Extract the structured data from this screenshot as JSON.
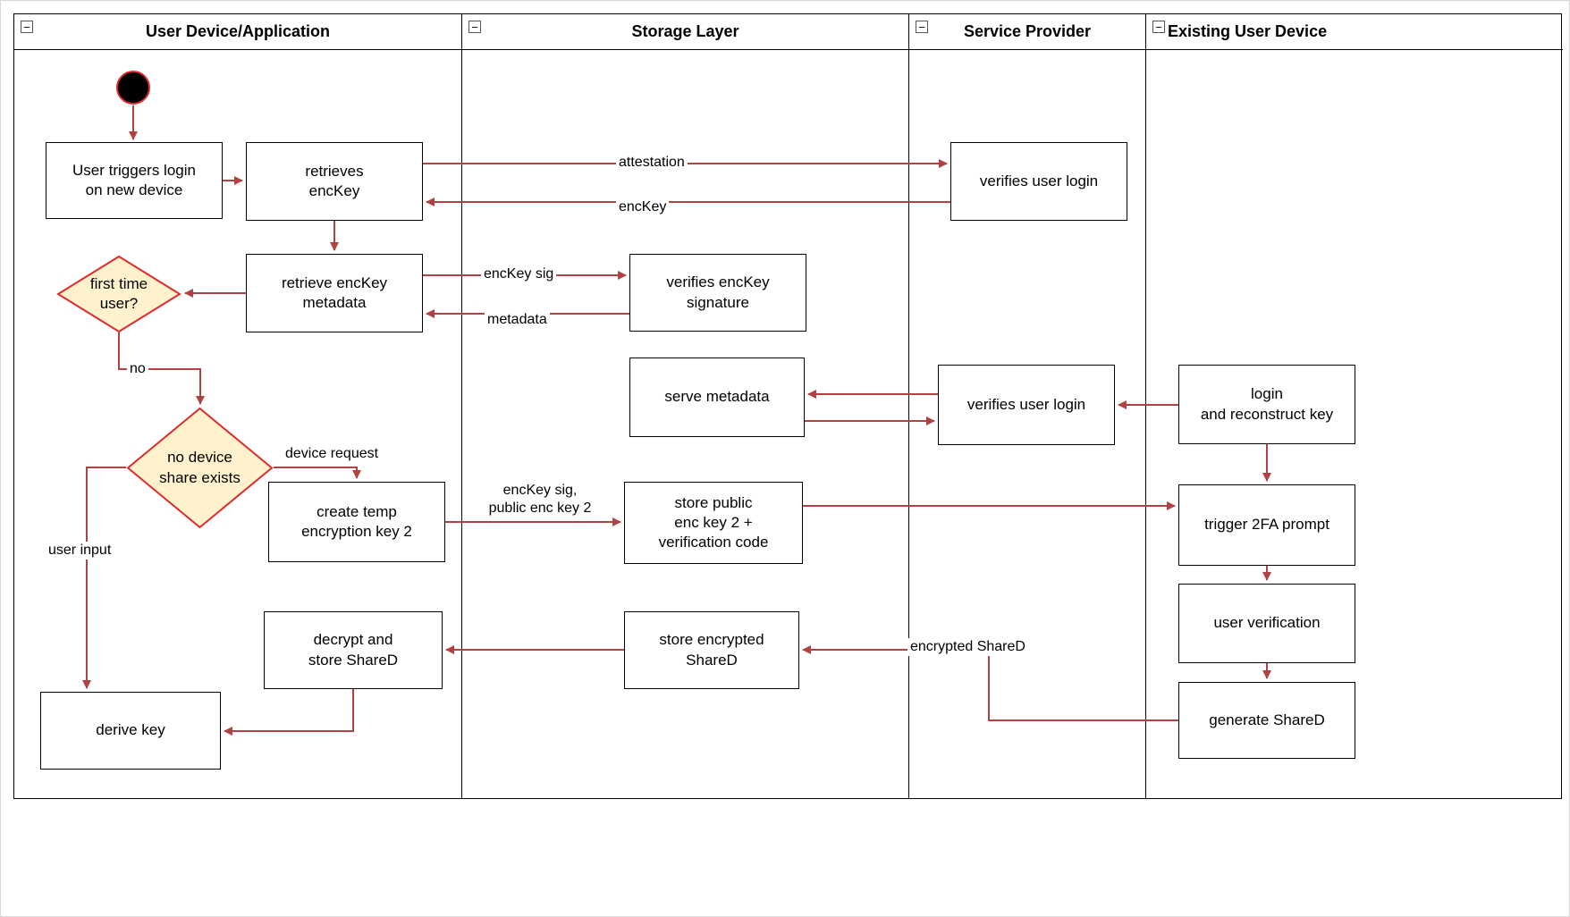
{
  "icons": {
    "collapse": "−"
  },
  "colors": {
    "connector": "#b04341",
    "diamond_fill": "#fff2cc",
    "diamond_stroke": "#e02b2b",
    "start_fill": "#000000",
    "start_ring": "#e02b2b",
    "node_border": "#000000",
    "node_fill": "#ffffff",
    "lane_border": "#000000"
  },
  "lanes": [
    {
      "title": "User Device/Application"
    },
    {
      "title": "Storage Layer"
    },
    {
      "title": "Service Provider"
    },
    {
      "title": "Existing User Device"
    }
  ],
  "nodes": {
    "user_triggers": {
      "label": "User triggers login\non new device"
    },
    "retrieves_enckey": {
      "label": "retrieves\nencKey"
    },
    "verifies_user_login_1": {
      "label": "verifies user login"
    },
    "retrieve_metadata": {
      "label": "retrieve encKey\nmetadata"
    },
    "first_time_user": {
      "label": "first time\nuser?"
    },
    "verifies_enckey_signature": {
      "label": "verifies encKey\nsignature"
    },
    "serve_metadata": {
      "label": "serve metadata"
    },
    "verifies_user_login_2": {
      "label": "verifies user login"
    },
    "login_reconstruct": {
      "label": "login\nand reconstruct key"
    },
    "no_device_share": {
      "label": "no device\nshare exists"
    },
    "create_temp_key": {
      "label": "create temp\nencryption key 2"
    },
    "store_public_key": {
      "label": "store public\nenc key 2 +\nverification code"
    },
    "trigger_2fa": {
      "label": "trigger 2FA prompt"
    },
    "user_verification": {
      "label": "user verification"
    },
    "decrypt_store_shared": {
      "label": "decrypt and\nstore ShareD"
    },
    "store_encrypted_shared": {
      "label": "store encrypted\nShareD"
    },
    "generate_shared": {
      "label": "generate ShareD"
    },
    "derive_key": {
      "label": "derive key"
    }
  },
  "edge_labels": {
    "attestation": "attestation",
    "enckey": "encKey",
    "enckey_sig": "encKey sig",
    "metadata": "metadata",
    "no": "no",
    "device_request": "device request",
    "user_input": "user input",
    "enckey_sig_public": "encKey sig,\npublic enc key 2",
    "encrypted_shared": "encrypted ShareD"
  }
}
